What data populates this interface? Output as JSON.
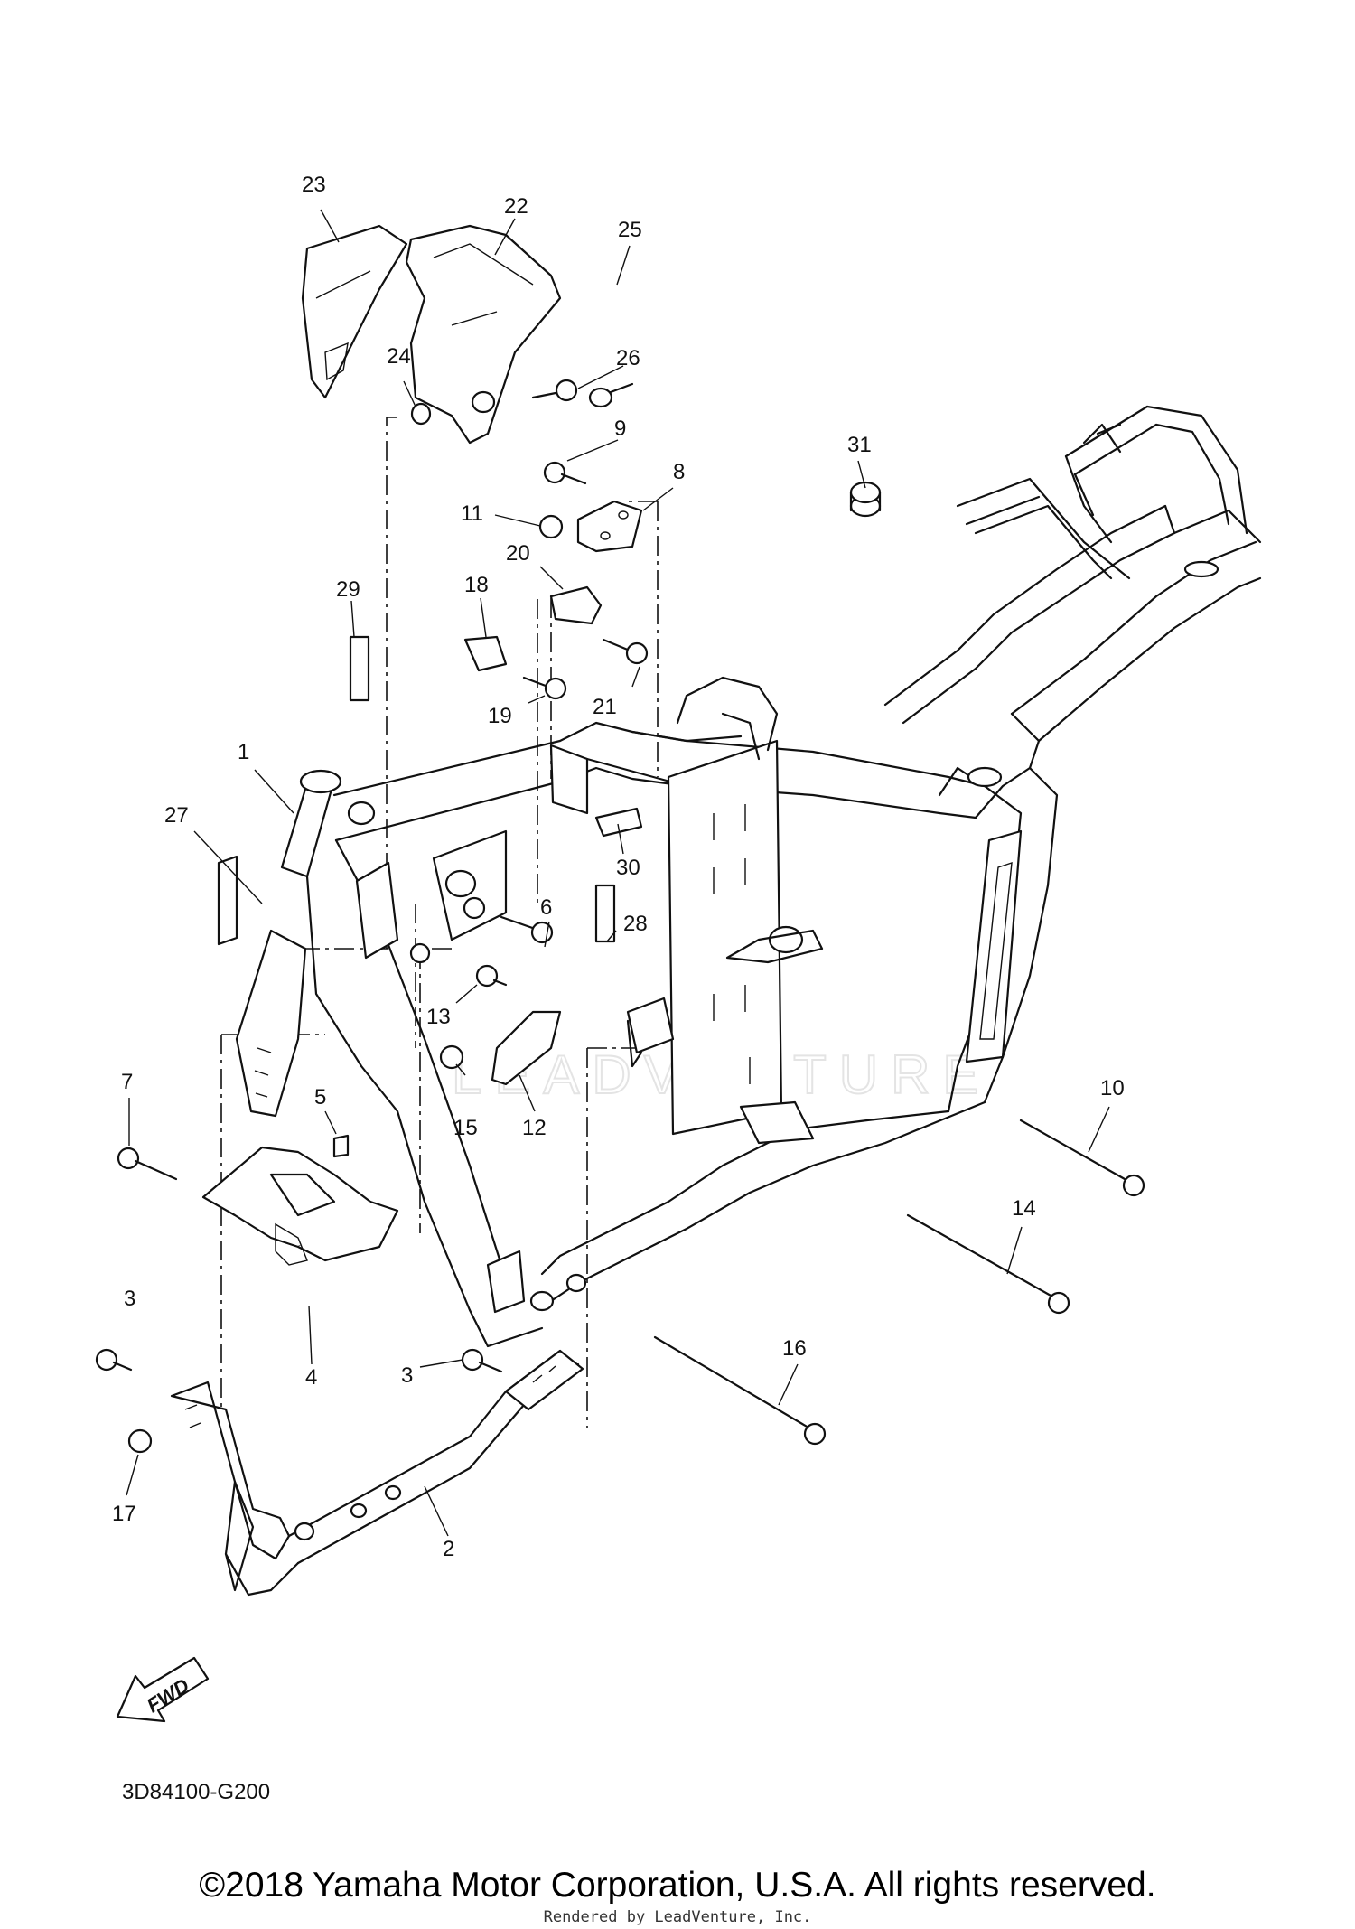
{
  "callouts": [
    {
      "id": "23",
      "label": "23"
    },
    {
      "id": "22",
      "label": "22"
    },
    {
      "id": "25",
      "label": "25"
    },
    {
      "id": "24",
      "label": "24"
    },
    {
      "id": "26",
      "label": "26"
    },
    {
      "id": "9",
      "label": "9"
    },
    {
      "id": "8",
      "label": "8"
    },
    {
      "id": "31",
      "label": "31"
    },
    {
      "id": "11",
      "label": "11"
    },
    {
      "id": "20",
      "label": "20"
    },
    {
      "id": "29",
      "label": "29"
    },
    {
      "id": "18",
      "label": "18"
    },
    {
      "id": "21",
      "label": "21"
    },
    {
      "id": "19",
      "label": "19"
    },
    {
      "id": "1",
      "label": "1"
    },
    {
      "id": "27",
      "label": "27"
    },
    {
      "id": "30",
      "label": "30"
    },
    {
      "id": "6",
      "label": "6"
    },
    {
      "id": "28",
      "label": "28"
    },
    {
      "id": "13",
      "label": "13"
    },
    {
      "id": "7",
      "label": "7"
    },
    {
      "id": "5",
      "label": "5"
    },
    {
      "id": "15",
      "label": "15"
    },
    {
      "id": "12",
      "label": "12"
    },
    {
      "id": "10",
      "label": "10"
    },
    {
      "id": "14",
      "label": "14"
    },
    {
      "id": "4",
      "label": "4"
    },
    {
      "id": "3a",
      "label": "3"
    },
    {
      "id": "3b",
      "label": "3"
    },
    {
      "id": "16",
      "label": "16"
    },
    {
      "id": "17",
      "label": "17"
    },
    {
      "id": "2",
      "label": "2"
    }
  ],
  "fwd_label": "FWD",
  "watermark": "LEADVENTURE",
  "diagram_code": "3D84100-G200",
  "copyright": "©2018 Yamaha Motor Corporation, U.S.A. All rights reserved.",
  "rendered_by": "Rendered by LeadVenture, Inc."
}
